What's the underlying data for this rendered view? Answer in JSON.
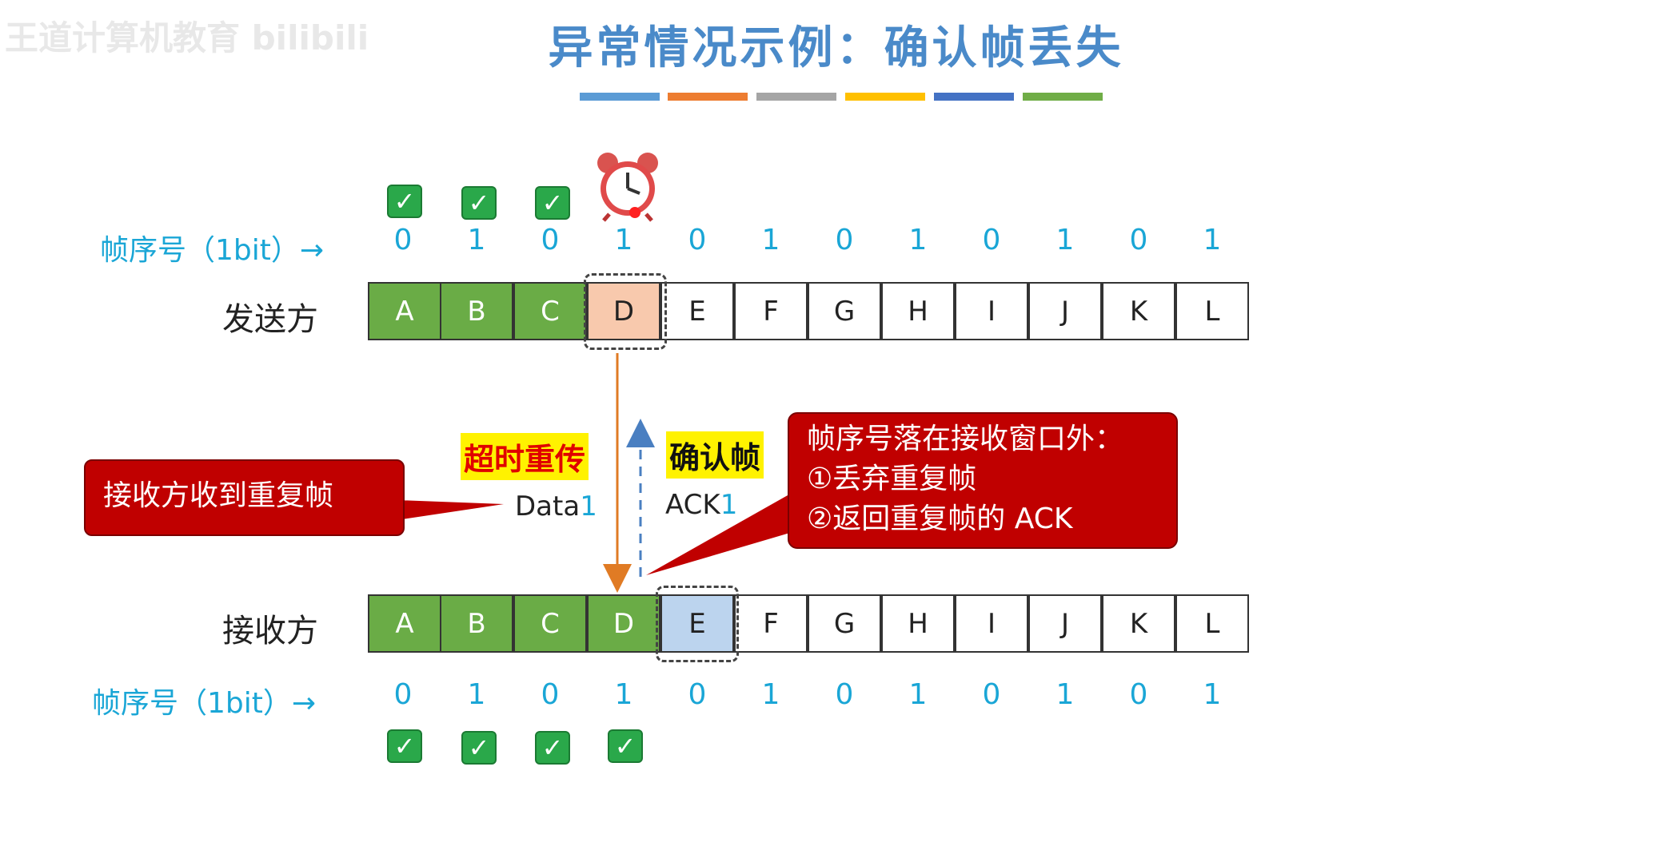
{
  "watermark": "王道计算机教育 bilibili",
  "title": "异常情况示例：确认帧丢失",
  "title_bar_colors": [
    "#5b9bd5",
    "#ed7d31",
    "#a5a5a5",
    "#ffc000",
    "#4472c4",
    "#70ad47"
  ],
  "seq_label": "帧序号（1bit）→",
  "seq_numbers": [
    "0",
    "1",
    "0",
    "1",
    "0",
    "1",
    "0",
    "1",
    "0",
    "1",
    "0",
    "1"
  ],
  "frames": [
    "A",
    "B",
    "C",
    "D",
    "E",
    "F",
    "G",
    "H",
    "I",
    "J",
    "K",
    "L"
  ],
  "sender": {
    "label": "发送方"
  },
  "receiver": {
    "label": "接收方"
  },
  "check_mark": "✓",
  "alarm_icon": "alarm-clock-icon",
  "timeout_label": "超时重传",
  "ack_label": "确认帧",
  "data_msg": {
    "prefix": "Data",
    "num": "1"
  },
  "ack_msg": {
    "prefix": "ACK",
    "num": "1"
  },
  "callout_left": "接收方收到重复帧",
  "callout_right": {
    "line1": "帧序号落在接收窗口外：",
    "line2": "①丢弃重复帧",
    "line3": "②返回重复帧的 ACK"
  },
  "colors": {
    "frame_done": "#6aac46",
    "sender_current": "#f8c9ad",
    "receiver_current": "#bcd4ee",
    "callout": "#c00000",
    "seq_text": "#1aa6d6",
    "data_arrow": "#e07b24",
    "ack_arrow": "#4a7fc1"
  }
}
